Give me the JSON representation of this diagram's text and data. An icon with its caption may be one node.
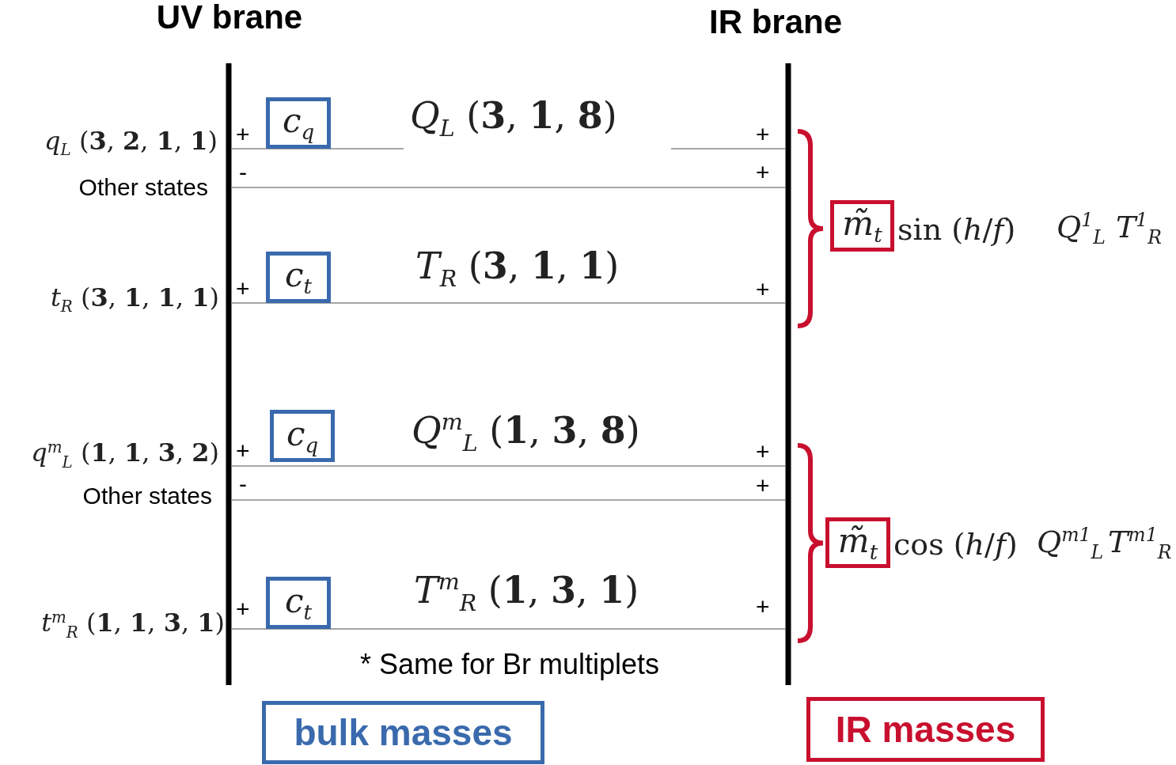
{
  "diagram": {
    "nodes": [
      {
        "text": [
          "c$_{q}$"
        ]
      },
      {
        "text": [
          "c$_{t}$"
        ]
      },
      {
        "text": [
          "c$_{q}$"
        ]
      },
      {
        "text": [
          "c$_{t}$"
        ]
      },
      {
        "text": [
          "m̃$_{t}$"
        ]
      },
      {
        "text": [
          "m̃$_{t}$"
        ]
      },
      {
        "text": [
          "bulk masses"
        ]
      },
      {
        "text": [
          "IR masses"
        ]
      }
    ],
    "labels": [
      "UV brane",
      "IR brane",
      "*q*$_{L}$ (**3**, **2**, **1**, **1**)",
      "+",
      "*Q*$_{L}$ (**3**, **1**, **8**)",
      "+",
      "Other states",
      "-",
      "+",
      "sin (*h*/*f*)",
      "*Q*$^{1}$$_{L}$",
      "*T*$^{1}$$_{R}$",
      "*t*$_{R}$ (**3**, **1**, **1**, **1**)",
      "+",
      "*T*$_{R}$ (**3**, **1**, **1**)",
      "+",
      "*q*$^{m}$$_{L}$ (**1**, **1**, **3**, **2**)",
      "+",
      "*Q*$^{m}$$_{L}$ (**1**, **3**, **8**)",
      "+",
      "Other states",
      "-",
      "+",
      "cos (*h*/*f*)",
      "*Q*$^{m1}$$_{L}$",
      "*T*$^{m1}$$_{R}$",
      "*t*$^{m}$$_{R}$ (**1**, **1**, **3**, **1**)",
      "+",
      "*T*$^{m}$$_{R}$ (**1**, **3**, **1**)",
      "+",
      "* Same for Br multiplets"
    ]
  }
}
